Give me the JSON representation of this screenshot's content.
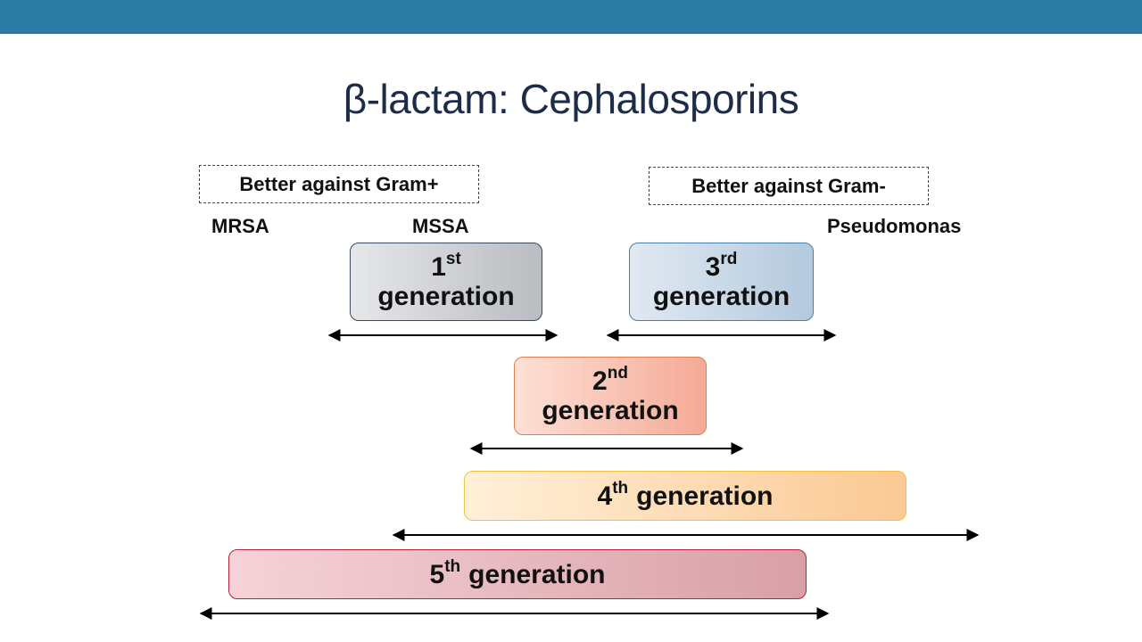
{
  "title": "β-lactam: Cephalosporins",
  "gram_pos_box": "Better against Gram+",
  "gram_neg_box": "Better against Gram-",
  "labels": {
    "mrsa": "MRSA",
    "mssa": "MSSA",
    "pseudomonas": "Pseudomonas"
  },
  "generations": [
    {
      "number": "1",
      "suffix": "st",
      "word": "generation"
    },
    {
      "number": "2",
      "suffix": "nd",
      "word": "generation"
    },
    {
      "number": "3",
      "suffix": "rd",
      "word": "generation"
    },
    {
      "number": "4",
      "suffix": "th",
      "word": "generation"
    },
    {
      "number": "5",
      "suffix": "th",
      "word": "generation"
    }
  ],
  "colors": {
    "top_bar": "#2a7aa1",
    "title": "#1e2d47",
    "gen1": "#b9bcc0",
    "gen2": "#f4aa96",
    "gen3": "#b3c9dd",
    "gen4": "#fbc994",
    "gen5": "#d8a0a6"
  }
}
